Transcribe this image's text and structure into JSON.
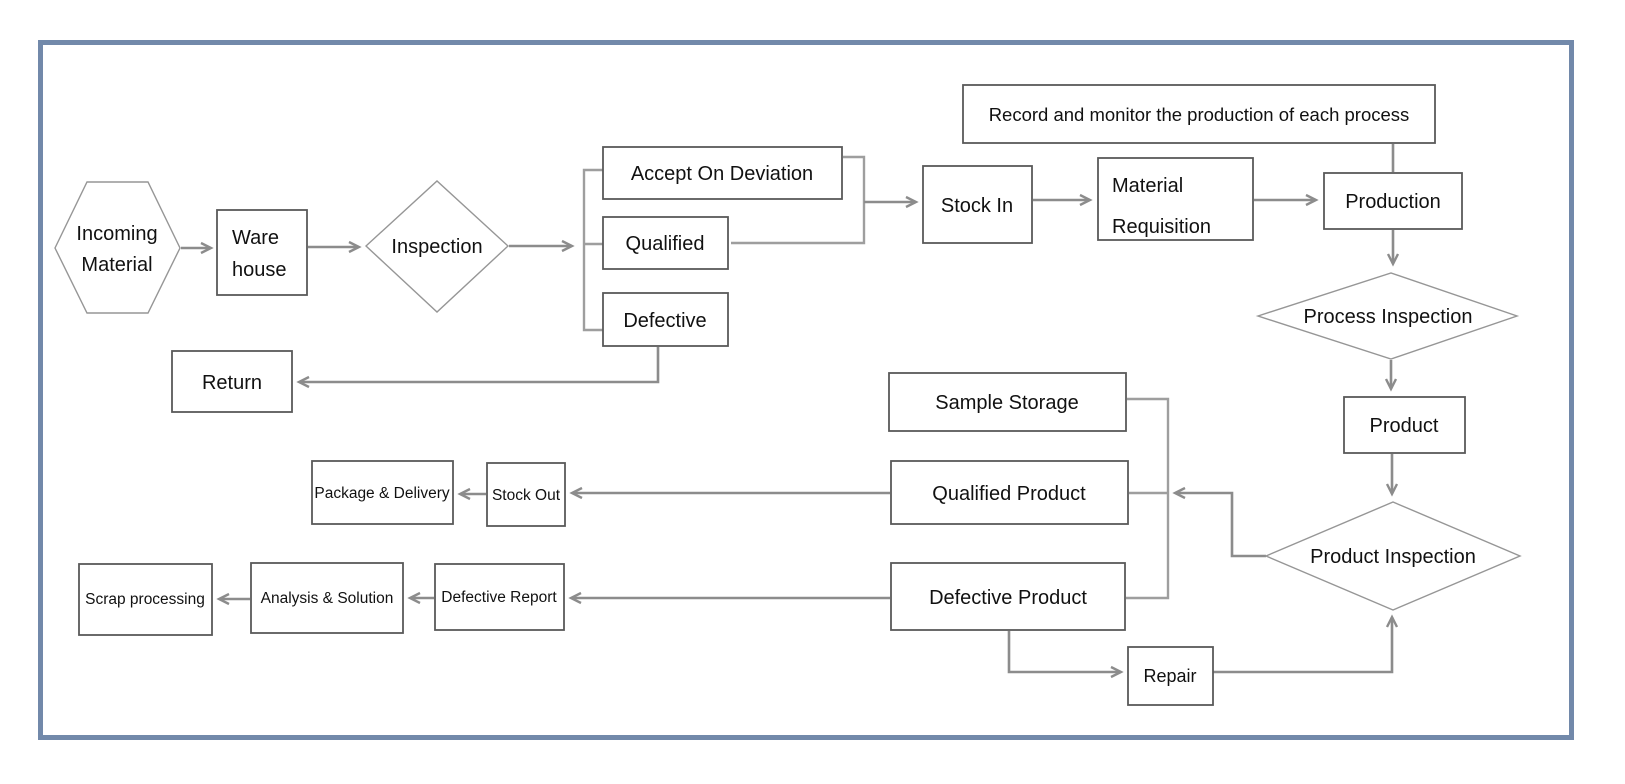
{
  "title": "Production quality process flowchart",
  "colors": {
    "frame": "#7289aa",
    "box_border": "#595959",
    "shape_outline": "#969696",
    "connector": "#8c8c8c",
    "text": "#111111"
  },
  "nodes": {
    "incoming_material": {
      "line1": "Incoming",
      "line2": "Material"
    },
    "warehouse": {
      "line1": "Ware",
      "line2": "house"
    },
    "inspection": {
      "label": "Inspection"
    },
    "accept_on_deviation": {
      "label": "Accept On Deviation"
    },
    "qualified": {
      "label": "Qualified"
    },
    "defective": {
      "label": "Defective"
    },
    "return": {
      "label": "Return"
    },
    "stock_in": {
      "label": "Stock In"
    },
    "record_monitor": {
      "label": "Record and monitor the production of each process"
    },
    "material_requisition": {
      "line1": "Material",
      "line2": "Requisition"
    },
    "production": {
      "label": "Production"
    },
    "process_inspection": {
      "label": "Process Inspection"
    },
    "product": {
      "label": "Product"
    },
    "product_inspection": {
      "label": "Product Inspection"
    },
    "sample_storage": {
      "label": "Sample Storage"
    },
    "qualified_product": {
      "label": "Qualified Product"
    },
    "defective_product": {
      "label": "Defective Product"
    },
    "stock_out": {
      "label": "Stock Out"
    },
    "package_delivery": {
      "label": "Package & Delivery"
    },
    "defective_report": {
      "label": "Defective Report"
    },
    "analysis_solution": {
      "label": "Analysis & Solution"
    },
    "scrap_processing": {
      "label": "Scrap processing"
    },
    "repair": {
      "label": "Repair"
    }
  },
  "edges": [
    {
      "from": "incoming_material",
      "to": "warehouse"
    },
    {
      "from": "warehouse",
      "to": "inspection"
    },
    {
      "from": "inspection",
      "to": "accept_on_deviation"
    },
    {
      "from": "inspection",
      "to": "qualified"
    },
    {
      "from": "inspection",
      "to": "defective"
    },
    {
      "from": "accept_on_deviation",
      "to": "stock_in"
    },
    {
      "from": "qualified",
      "to": "stock_in"
    },
    {
      "from": "defective",
      "to": "return"
    },
    {
      "from": "stock_in",
      "to": "material_requisition"
    },
    {
      "from": "material_requisition",
      "to": "production"
    },
    {
      "from": "record_monitor",
      "to": "production"
    },
    {
      "from": "production",
      "to": "process_inspection"
    },
    {
      "from": "process_inspection",
      "to": "product"
    },
    {
      "from": "product",
      "to": "product_inspection"
    },
    {
      "from": "product_inspection",
      "to": "sample_storage"
    },
    {
      "from": "product_inspection",
      "to": "qualified_product"
    },
    {
      "from": "product_inspection",
      "to": "defective_product"
    },
    {
      "from": "qualified_product",
      "to": "stock_out"
    },
    {
      "from": "stock_out",
      "to": "package_delivery"
    },
    {
      "from": "defective_product",
      "to": "defective_report"
    },
    {
      "from": "defective_report",
      "to": "analysis_solution"
    },
    {
      "from": "analysis_solution",
      "to": "scrap_processing"
    },
    {
      "from": "defective_product",
      "to": "repair"
    },
    {
      "from": "repair",
      "to": "product_inspection"
    }
  ]
}
